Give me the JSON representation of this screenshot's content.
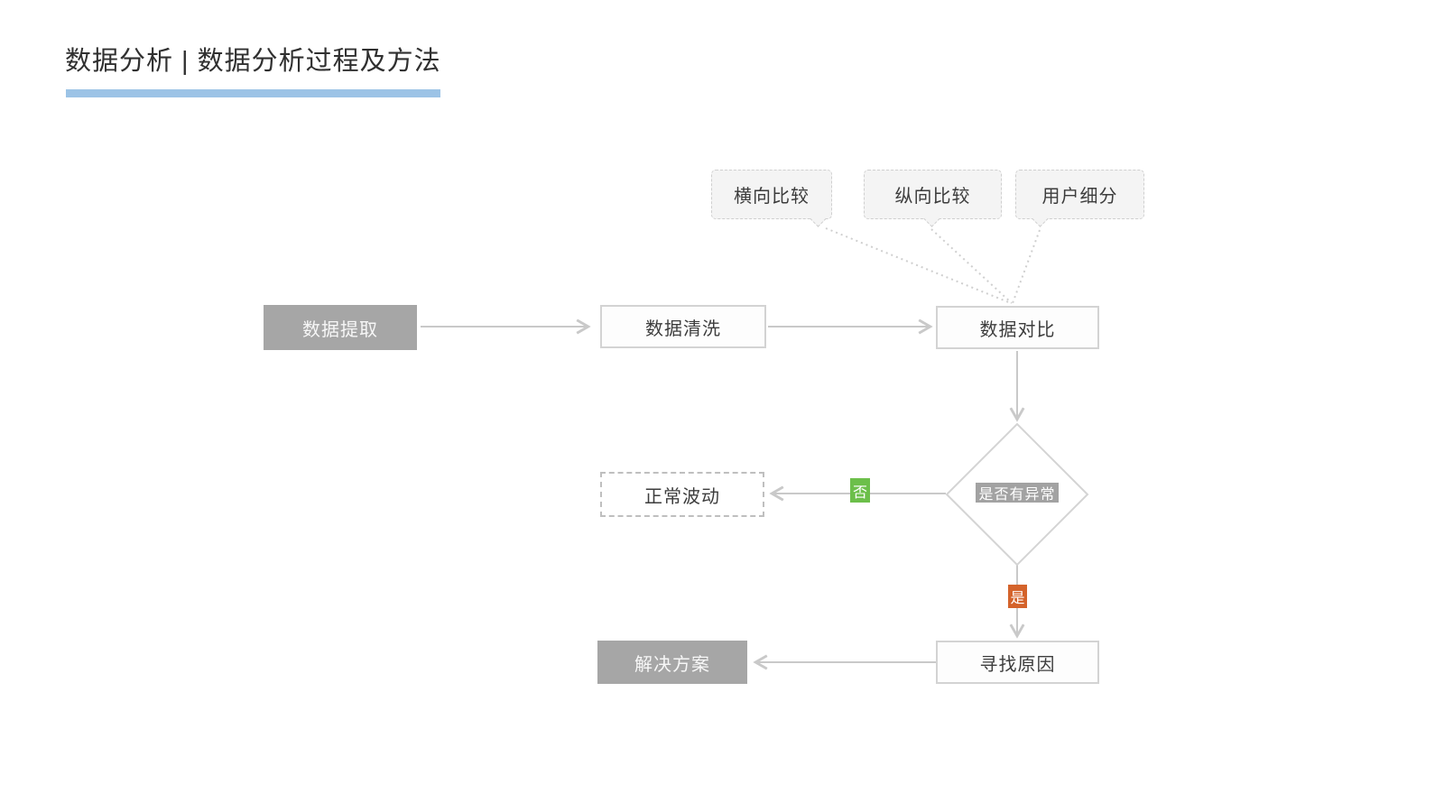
{
  "page": {
    "title": "数据分析 | 数据分析过程及方法"
  },
  "diagram": {
    "method_tags": [
      {
        "label": "横向比较"
      },
      {
        "label": "纵向比较"
      },
      {
        "label": "用户细分"
      }
    ],
    "nodes": {
      "extract": {
        "label": "数据提取",
        "style": "gray-filled"
      },
      "clean": {
        "label": "数据清洗",
        "style": "white-outlined"
      },
      "compare": {
        "label": "数据对比",
        "style": "white-outlined"
      },
      "decision": {
        "label": "是否有异常",
        "style": "diamond"
      },
      "normal": {
        "label": "正常波动",
        "style": "dashed-outlined"
      },
      "cause": {
        "label": "寻找原因",
        "style": "white-outlined"
      },
      "solution": {
        "label": "解决方案",
        "style": "gray-filled"
      }
    },
    "branch_labels": {
      "no": "否",
      "yes": "是"
    },
    "colors": {
      "accent_bar": "#9cc3e6",
      "node_gray_fill": "#a6a6a6",
      "node_border_gray": "#d3d3d3",
      "connector_gray": "#c9c9c9",
      "no_green": "#6cbf4a",
      "yes_orange": "#d4632b",
      "decision_label_bg": "#a2a2a2"
    }
  }
}
